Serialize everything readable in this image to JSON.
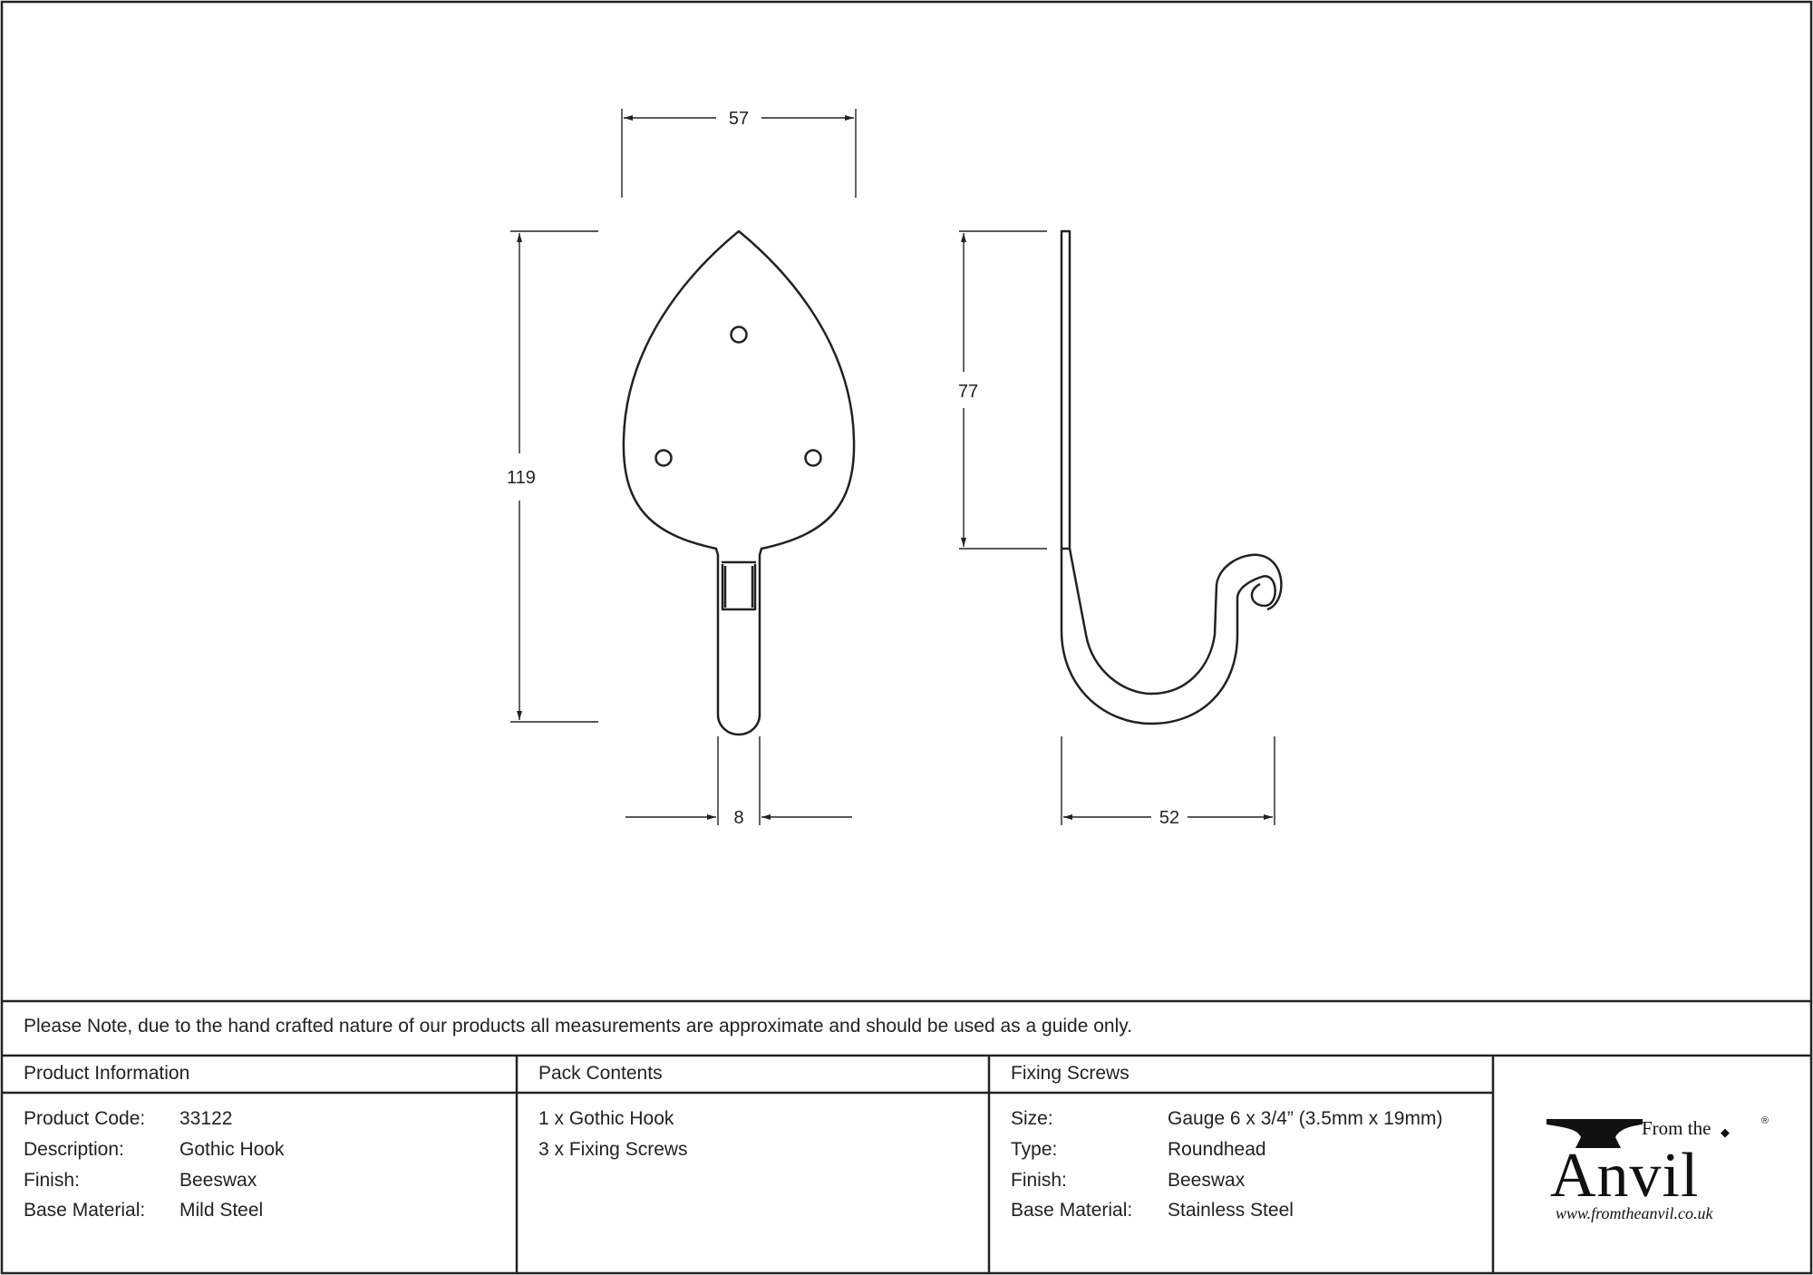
{
  "drawing": {
    "dimensions": {
      "plate_width": "57",
      "total_height": "119",
      "hook_drop": "77",
      "shank_width": "8",
      "projection": "52"
    }
  },
  "note": "Please Note, due to the hand crafted nature of our products all measurements are approximate and should be used as a guide only.",
  "product_information": {
    "heading": "Product Information",
    "rows": [
      {
        "label": "Product Code:",
        "value": "33122"
      },
      {
        "label": "Description:",
        "value": "Gothic Hook"
      },
      {
        "label": "Finish:",
        "value": "Beeswax"
      },
      {
        "label": "Base Material:",
        "value": "Mild Steel"
      }
    ]
  },
  "pack_contents": {
    "heading": "Pack Contents",
    "items": [
      "1 x Gothic Hook",
      "3 x Fixing Screws"
    ]
  },
  "fixing_screws": {
    "heading": "Fixing Screws",
    "rows": [
      {
        "label": "Size:",
        "value": "Gauge 6 x 3/4” (3.5mm x 19mm)"
      },
      {
        "label": "Type:",
        "value": "Roundhead"
      },
      {
        "label": "Finish:",
        "value": "Beeswax"
      },
      {
        "label": "Base Material:",
        "value": "Stainless Steel"
      }
    ]
  },
  "logo": {
    "from_the": "From the",
    "brand": "Anvil",
    "url": "www.fromtheanvil.co.uk",
    "registered": "®"
  }
}
